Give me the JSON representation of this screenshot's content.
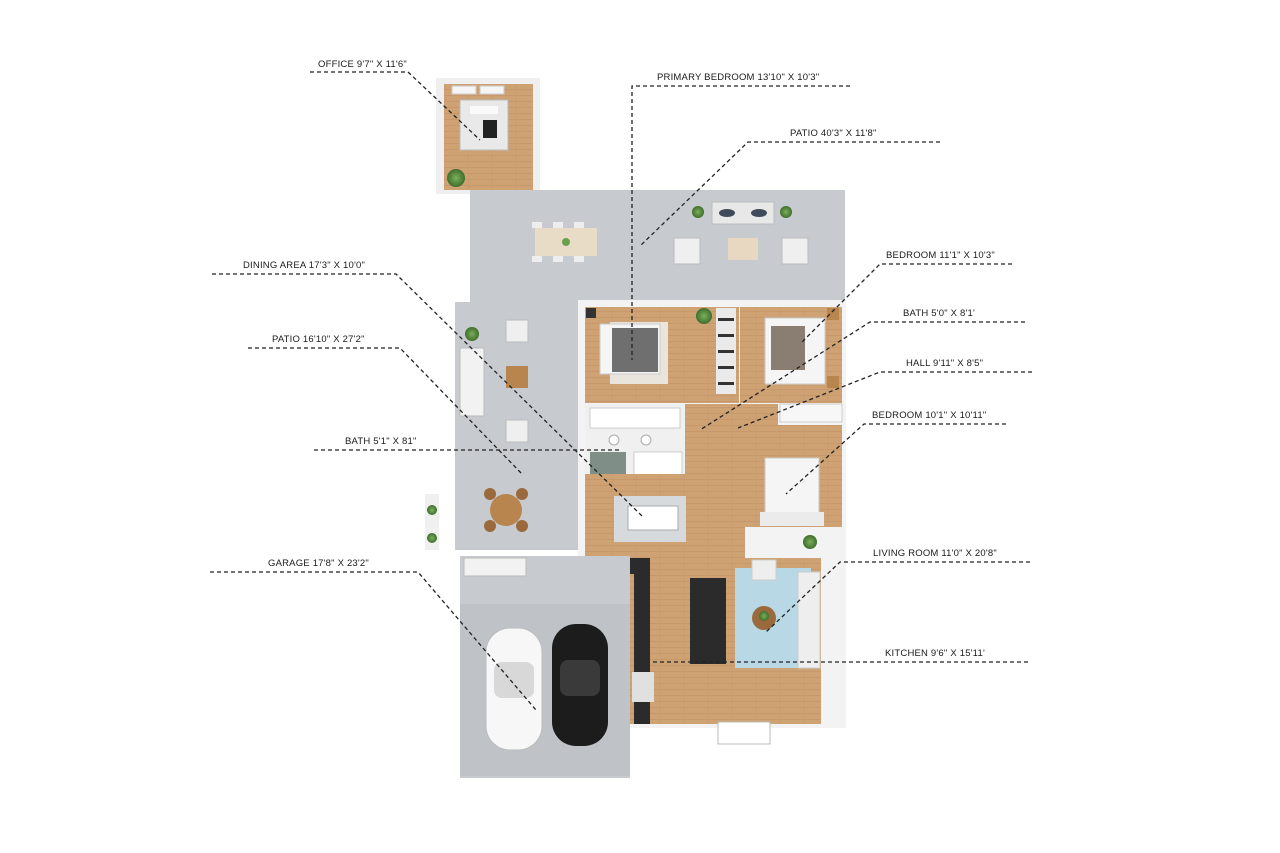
{
  "rooms": {
    "office": "OFFICE 9'7\" X 11'6\"",
    "primary_bedroom": "PRIMARY BEDROOM 13'10\" X 10'3\"",
    "patio_rear": "PATIO 40'3\" X 11'8\"",
    "dining_area": "DINING AREA 17'3\" X 10'0\"",
    "bedroom_2": "BEDROOM 11'1\" X 10'3\"",
    "bath_2": "BATH 5'0\" X 8'1'",
    "patio_side": "PATIO 16'10\" X 27'2\"",
    "hall": "HALL 9'11\" X 8'5\"",
    "bedroom_3": "BEDROOM 10'1\" X 10'11\"",
    "bath_1": "BATH 5'1\" X 81\"",
    "garage": "GARAGE 17'8\" X 23'2\"",
    "living_room": "LIVING ROOM 11'0\" X 20'8\"",
    "kitchen": "KITCHEN 9'6\" X 15'11'"
  },
  "colors": {
    "wood_floor": "#cfa274",
    "concrete": "#c9cdd2",
    "wall": "#f4f4f4",
    "leader_line": "#222222",
    "countertop": "#2b2b2b",
    "plant": "#4f8a3c"
  }
}
